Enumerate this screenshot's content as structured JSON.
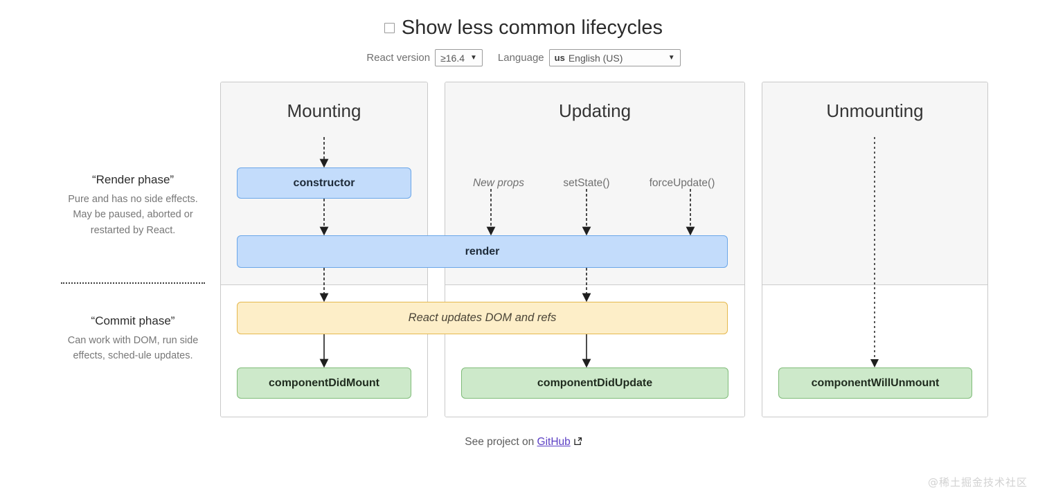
{
  "header": {
    "checkbox_label": "Show less common lifecycles",
    "checkbox_checked": false,
    "version_label": "React version",
    "version_value": "≥16.4",
    "language_label": "Language",
    "language_code": "us",
    "language_value": "English (US)",
    "caret_icon": "chevron-down-icon"
  },
  "phases": [
    {
      "title": "“Render phase”",
      "description": "Pure and has no side effects. May be paused, aborted or restarted by React."
    },
    {
      "title": "“Commit phase”",
      "description": "Can work with DOM, run side effects, sched-ule updates."
    }
  ],
  "columns": [
    {
      "heading": "Mounting"
    },
    {
      "heading": "Updating"
    },
    {
      "heading": "Unmounting"
    }
  ],
  "triggers": [
    {
      "label": "New props",
      "italic": true
    },
    {
      "label": "setState()",
      "italic": false
    },
    {
      "label": "forceUpdate()",
      "italic": false
    }
  ],
  "nodes": {
    "constructor": "constructor",
    "render": "render",
    "dom_refs": "React updates DOM and refs",
    "component_did_mount": "componentDidMount",
    "component_did_update": "componentDidUpdate",
    "component_will_unmount": "componentWillUnmount"
  },
  "footer": {
    "text": "See project on",
    "link_label": "GitHub",
    "external_icon": "external-link-icon"
  },
  "watermark": "@稀土掘金技术社区",
  "colors": {
    "blue_fill": "#c3dcfb",
    "blue_border": "#6aa6e8",
    "yellow_fill": "#fdeec8",
    "yellow_border": "#e5b84d",
    "green_fill": "#cde9ca",
    "green_border": "#7fbb78",
    "panel_top": "#f6f6f6",
    "link": "#5b3fc4"
  }
}
